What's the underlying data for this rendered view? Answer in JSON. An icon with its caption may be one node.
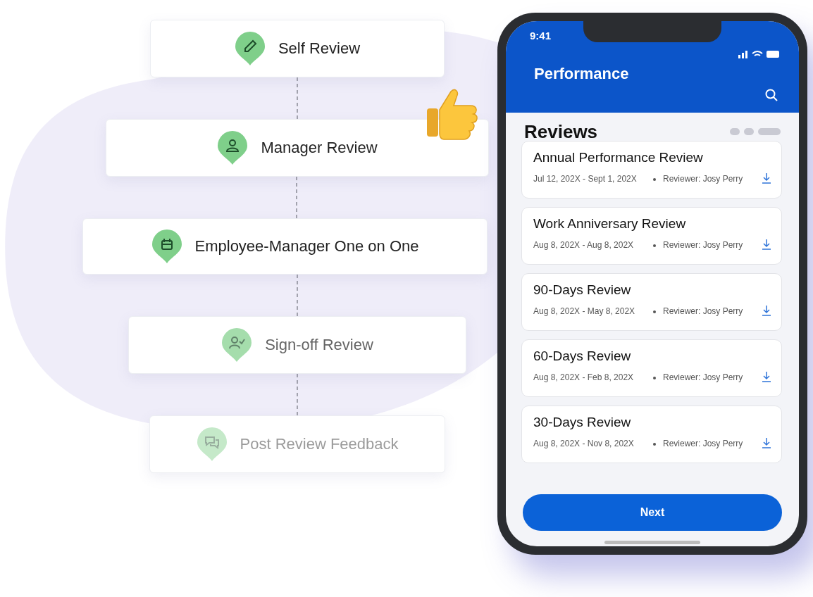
{
  "diagram": {
    "nodes": [
      {
        "text": [
          "Self Review"
        ]
      },
      {
        "text": [
          "Manager Review"
        ]
      },
      {
        "text": [
          "Employee-Manager One on One"
        ]
      },
      {
        "text": [
          "Sign-off Review"
        ]
      },
      {
        "text": [
          "Post Review Feedback"
        ]
      },
      {
        "text": [
          "9:41",
          "Performance",
          "Reviews"
        ]
      },
      {
        "text": [
          "Annual Performance Review",
          "Jul 12, 202X - Sept 1, 202X",
          "Reviewer: Josy Perry"
        ],
        "in": 5
      },
      {
        "text": [
          "Work Anniversary Review",
          "Aug 8, 202X - Aug 8, 202X",
          "Reviewer: Josy Perry"
        ],
        "in": 5
      },
      {
        "text": [
          "90-Days Review",
          "Aug 8, 202X - May 8, 202X",
          "Reviewer: Josy Perry"
        ],
        "in": 5
      },
      {
        "text": [
          "60-Days Review",
          "Aug 8, 202X - Feb 8, 202X",
          "Reviewer: Josy Perry"
        ],
        "in": 5
      },
      {
        "text": [
          "30-Days Review",
          "Aug 8, 202X - Nov 8, 202X",
          "Reviewer: Josy Perry"
        ],
        "in": 5
      },
      {
        "text": [
          "Next"
        ],
        "in": 5
      }
    ],
    "edges": [
      {
        "from": 0,
        "to": 1,
        "arrow": "none",
        "style": "dashed"
      },
      {
        "from": 1,
        "to": 2,
        "arrow": "none",
        "style": "dashed"
      },
      {
        "from": 2,
        "to": 3,
        "arrow": "none",
        "style": "dashed"
      },
      {
        "from": 3,
        "to": 4,
        "arrow": "none",
        "style": "dashed"
      }
    ]
  }
}
